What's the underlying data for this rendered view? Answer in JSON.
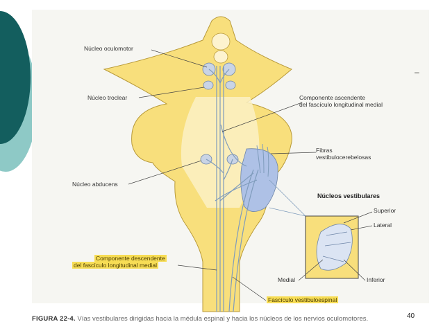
{
  "labels": {
    "oculomotor": "Núcleo oculomotor",
    "troclear": "Núcleo troclear",
    "abducens": "Núcleo abducens",
    "ascendente_1": "Componente ascendente",
    "ascendente_2": "del fascículo longitudinal medial",
    "fibras_1": "Fibras",
    "fibras_2": "vestibulocerebelosas",
    "vestibulares": "Núcleos vestibulares",
    "superior": "Superior",
    "lateral": "Lateral",
    "medial": "Medial",
    "inferior": "Inferior",
    "descendente_1": "Componente descendente",
    "descendente_2": "del fascículo longitudinal medial",
    "vestibuloespinal": "Fascículo vestibuloespinal"
  },
  "caption": {
    "figure": "FIGURA 22-4.",
    "text": "Vías vestibulares dirigidas hacia la médula espinal y hacia los núcleos de los nervios oculomotores."
  },
  "page_number": "40",
  "dash": "–",
  "colors": {
    "brainstem": "#f8df7c",
    "brainstem_outline": "#b89a3a",
    "tracts": "#7f9cbc",
    "nuclei": "#c9d4e6",
    "vestibular_nuclei": "#aec1e6",
    "teal_dark": "#135e5e",
    "teal_light": "#8ec9c6",
    "highlight": "#f7dd55"
  }
}
